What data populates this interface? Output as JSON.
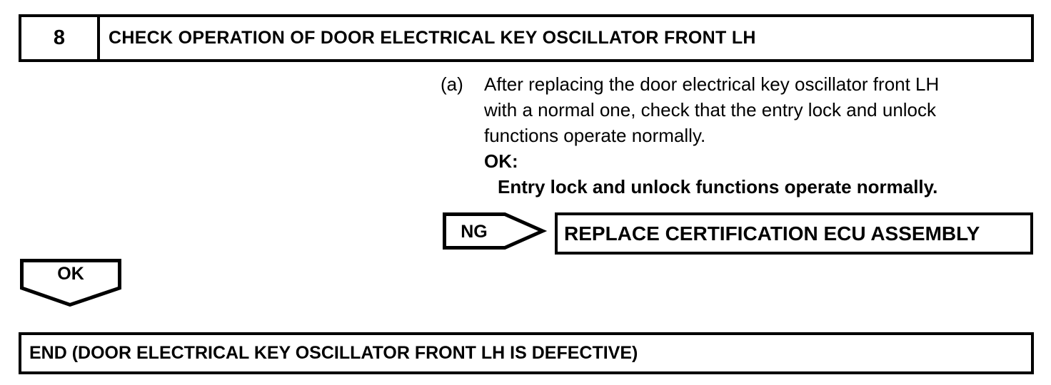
{
  "colors": {
    "background": "#ffffff",
    "line": "#000000",
    "text": "#000000"
  },
  "step_header": {
    "number": "8",
    "title": "CHECK OPERATION OF DOOR ELECTRICAL KEY OSCILLATOR FRONT LH"
  },
  "instruction": {
    "marker": "(a)",
    "line1": "After replacing the door electrical key oscillator front LH",
    "line2": "with a normal one, check that the entry lock and unlock",
    "line3": "functions operate normally.",
    "ok_heading": "OK:",
    "ok_condition": "Entry lock and unlock functions operate normally."
  },
  "ng_branch": {
    "label": "NG",
    "action": "REPLACE CERTIFICATION ECU ASSEMBLY"
  },
  "ok_branch": {
    "label": "OK"
  },
  "end_step": {
    "text": "END (DOOR ELECTRICAL KEY OSCILLATOR FRONT LH IS DEFECTIVE)"
  }
}
